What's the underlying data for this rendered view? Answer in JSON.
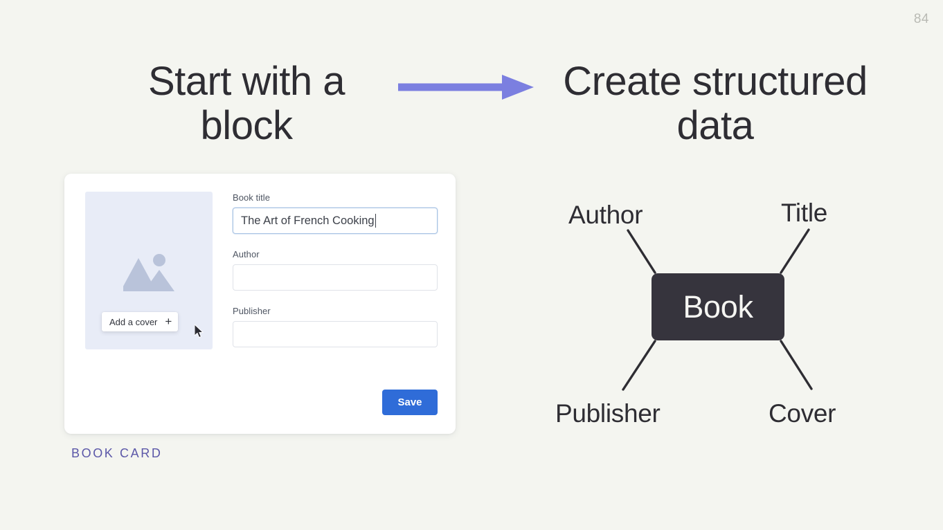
{
  "slide": {
    "page_number": "84",
    "background_color": "#f4f5f0",
    "accent_purple": "#7b7fe0",
    "caption_color": "#5b57a8",
    "node_color": "#36343d",
    "primary_button_color": "#2f6cd8"
  },
  "headings": {
    "left": "Start with a block",
    "right": "Create structured data"
  },
  "arrow": {
    "icon": "arrow-right-icon",
    "color": "#7b7fe0"
  },
  "book_card": {
    "caption": "BOOK CARD",
    "cover": {
      "icon": "image-placeholder-icon",
      "add_cover_label": "Add a cover",
      "plus_glyph": "+",
      "cursor": "mouse-pointer-icon"
    },
    "fields": [
      {
        "label": "Book title",
        "value": "The Art of French Cooking",
        "placeholder": "",
        "focused": true
      },
      {
        "label": "Author",
        "value": "",
        "placeholder": "",
        "focused": false
      },
      {
        "label": "Publisher",
        "value": "",
        "placeholder": "",
        "focused": false
      }
    ],
    "save_label": "Save"
  },
  "diagram": {
    "node": "Book",
    "labels": {
      "top_left": "Author",
      "top_right": "Title",
      "bottom_left": "Publisher",
      "bottom_right": "Cover"
    }
  }
}
